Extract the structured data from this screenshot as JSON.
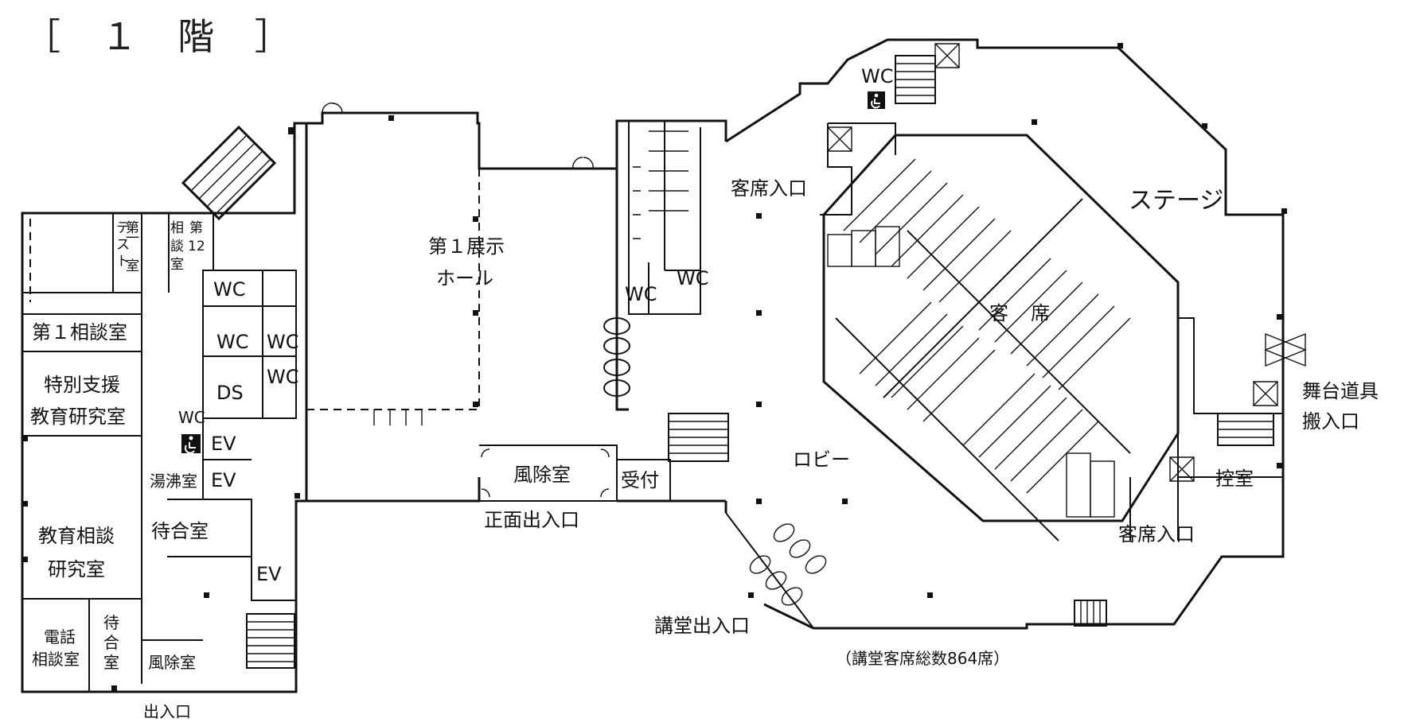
{
  "title": "［ １ 階 ］",
  "rooms": {
    "room_1_soudan": "第１相談室",
    "tokubetsu_line1": "特別支援",
    "tokubetsu_line2": "教育研究室",
    "kyoiku_line1": "教育相談",
    "kyoiku_line2": "研究室",
    "denwa_line1": "電話",
    "denwa_line2": "相談室",
    "machiai_small_line1": "待",
    "machiai_small_line2": "合",
    "machiai_small_line3": "室",
    "fujo_bottom": "風除室",
    "exit_bottom": "出入口",
    "test_v1": "第",
    "test_v2": "一",
    "test_v3": "テ",
    "test_v4": "ス",
    "test_v5": "ト",
    "test_v6": "室",
    "soudan12_v1": "相",
    "soudan12_v2": "談",
    "soudan12_v3": "室",
    "soudan12_v4": "第",
    "soudan12_v5": "12",
    "ds": "DS",
    "wc": "WC",
    "ev": "EV",
    "yuwakashi": "湯沸室",
    "machiai": "待合室",
    "hall_line1": "第１展示",
    "hall_line2": "ホール",
    "fujo_main": "風除室",
    "uketsuke": "受付",
    "main_entrance": "正面出入口",
    "kyakuseki_iriguchi": "客席入口",
    "lobby": "ロビー",
    "kyakuseki_line1": "客",
    "kyakuseki_line2": "席",
    "stage": "ステージ",
    "butai_line1": "舞台道具",
    "butai_line2": "搬入口",
    "hikae": "控室",
    "kyakuseki_iriguchi2": "客席入口",
    "kodo_exit": "講堂出入口",
    "capacity_note": "（講堂客席総数864席）"
  }
}
